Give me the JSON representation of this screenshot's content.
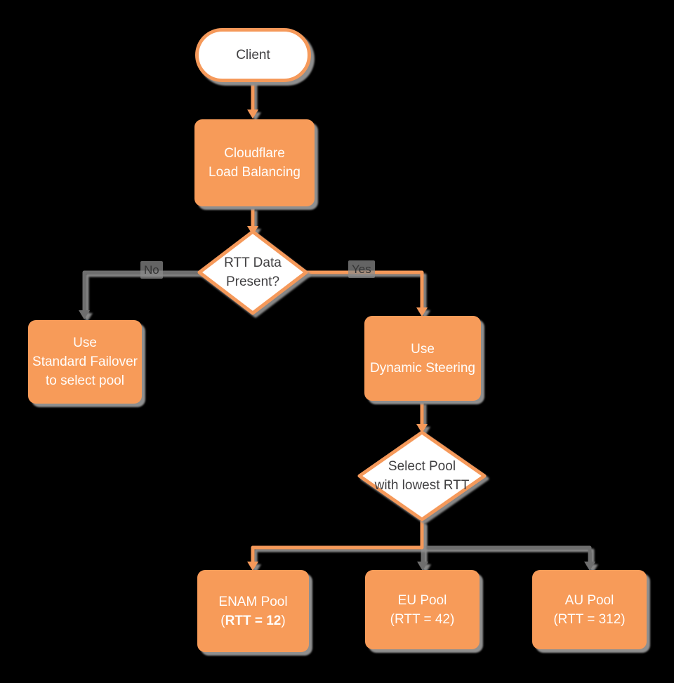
{
  "title": "Cloudflare Load Balancing flowchart",
  "colors": {
    "node_orange": "#F79B59",
    "line_orange": "#F5995A",
    "line_gray": "#6E6E6E",
    "shadow_gray": "#8F8F8F",
    "text_dark": "#414042",
    "text_light": "#FFFFFF",
    "background": "#000000"
  },
  "nodes": {
    "client": {
      "label": "Client"
    },
    "load_balancing": {
      "label": "Cloudflare\nLoad Balancing"
    },
    "rtt_decision": {
      "label": "RTT Data\nPresent?"
    },
    "standard_failover": {
      "label": "Use\nStandard Failover\nto select pool"
    },
    "dynamic_steering": {
      "label": "Use\nDynamic Steering"
    },
    "pool_decision": {
      "label": "Select Pool\nwith lowest RTT"
    },
    "enam_pool": {
      "line1": "ENAM Pool",
      "paren_open": "(",
      "rtt_bold": "RTT = 12",
      "paren_close": ")"
    },
    "eu_pool": {
      "label": "EU Pool\n(RTT = 42)"
    },
    "au_pool": {
      "label": "AU Pool\n(RTT = 312)"
    }
  },
  "edge_labels": {
    "no": "No",
    "yes": "Yes"
  }
}
